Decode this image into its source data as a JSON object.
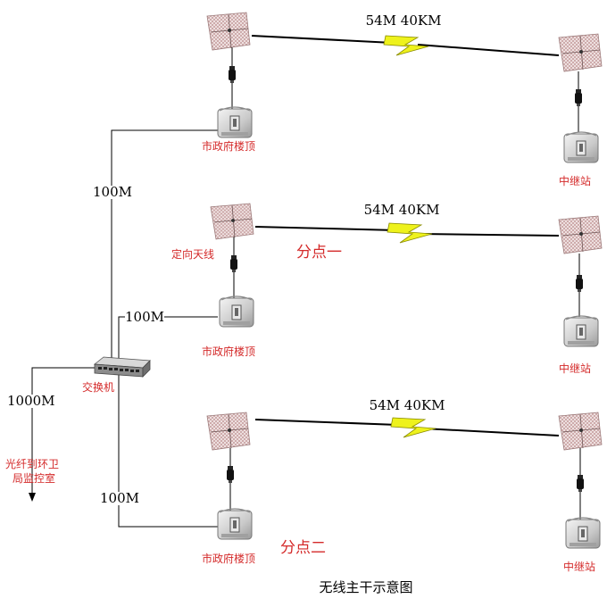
{
  "colors": {
    "line": "#000000",
    "bolt": "#eef21c",
    "bolt_edge": "#8a8c00",
    "red_text": "#d42a2a"
  },
  "links": [
    {
      "label": "54M  40KM"
    },
    {
      "label": "54M 40KM"
    },
    {
      "label": "54M 40KM"
    }
  ],
  "labels": {
    "rooftop_1": "市政府楼顶",
    "rooftop_2": "市政府楼顶",
    "rooftop_3": "市政府楼顶",
    "relay_1": "中继站",
    "relay_2": "中继站",
    "relay_3": "中继站",
    "antenna": "定向天线",
    "branch_1": "分点一",
    "branch_2": "分点二",
    "switch": "交换机",
    "speed_top": "100M",
    "speed_mid": "100M",
    "speed_bottom": "100M",
    "speed_fiber": "1000M",
    "fiber_dest_line1": "光纤到环卫",
    "fiber_dest_line2": "局监控室"
  },
  "title": "无线主干示意图"
}
